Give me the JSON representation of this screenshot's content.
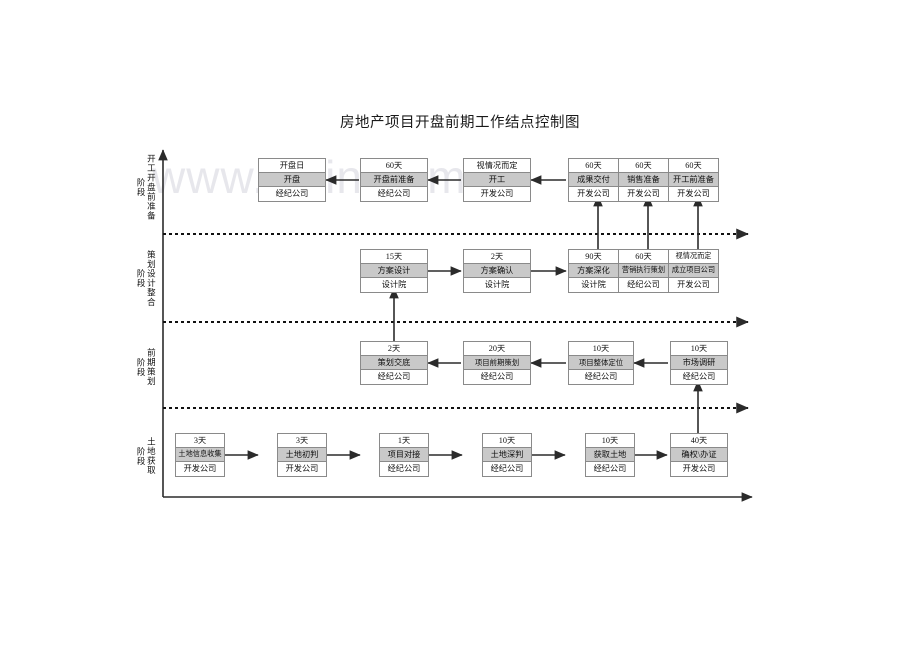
{
  "title": "房地产项目开盘前期工作结点控制图",
  "watermark": "www.zixin.com.cn",
  "bands": [
    {
      "id": "band-1",
      "main": "开工开盘前准备",
      "sub": "阶段"
    },
    {
      "id": "band-2",
      "main": "策划设计整合",
      "sub": "阶段"
    },
    {
      "id": "band-3",
      "main": "前期策划",
      "sub": "阶段"
    },
    {
      "id": "band-4",
      "main": "土地获取",
      "sub": "阶段"
    }
  ],
  "colors": {
    "task_fill": "#c9c9c9",
    "box_border": "#8a8a8a",
    "line": "#2b2b2b",
    "watermark": "#e7e7ec"
  },
  "rows": {
    "row1": {
      "band": "开工开盘前准备阶段",
      "nodes": [
        {
          "duration": "开盘日",
          "task": "开盘",
          "owner": "经纪公司"
        },
        {
          "duration": "60天",
          "task": "开盘前准备",
          "owner": "经纪公司"
        },
        {
          "duration": "视情况而定",
          "task": "开工",
          "owner": "开发公司"
        },
        {
          "duration": "60天",
          "task": "成果交付",
          "owner": "开发公司"
        },
        {
          "duration": "60天",
          "task": "销售准备",
          "owner": "开发公司"
        },
        {
          "duration": "60天",
          "task": "开工前准备",
          "owner": "开发公司"
        }
      ]
    },
    "row2": {
      "band": "策划设计整合阶段",
      "nodes": [
        {
          "duration": "15天",
          "task": "方案设计",
          "owner": "设计院"
        },
        {
          "duration": "2天",
          "task": "方案确认",
          "owner": "设计院"
        },
        {
          "duration": "90天",
          "task": "方案深化",
          "owner": "设计院"
        },
        {
          "duration": "60天",
          "task": "营销执行策划",
          "owner": "经纪公司"
        },
        {
          "duration": "视情况而定",
          "task": "成立项目公司",
          "owner": "开发公司"
        }
      ]
    },
    "row3": {
      "band": "前期策划阶段",
      "nodes": [
        {
          "duration": "2天",
          "task": "策划交底",
          "owner": "经纪公司"
        },
        {
          "duration": "20天",
          "task": "项目前期策划",
          "owner": "经纪公司"
        },
        {
          "duration": "10天",
          "task": "项目整体定位",
          "owner": "经纪公司"
        },
        {
          "duration": "10天",
          "task": "市场调研",
          "owner": "经纪公司"
        }
      ]
    },
    "row4": {
      "band": "土地获取阶段",
      "nodes": [
        {
          "duration": "3天",
          "task": "土地信息收集",
          "owner": "开发公司"
        },
        {
          "duration": "3天",
          "task": "土地初判",
          "owner": "开发公司"
        },
        {
          "duration": "1天",
          "task": "项目对接",
          "owner": "经纪公司"
        },
        {
          "duration": "10天",
          "task": "土地深判",
          "owner": "经纪公司"
        },
        {
          "duration": "10天",
          "task": "获取土地",
          "owner": "经纪公司"
        },
        {
          "duration": "40天",
          "task": "确权\\办证",
          "owner": "开发公司"
        }
      ]
    }
  }
}
